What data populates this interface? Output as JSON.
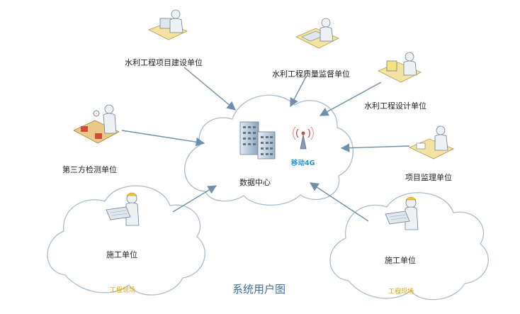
{
  "title": "系统用户图",
  "center": {
    "label": "数据中心",
    "network": "移动4G"
  },
  "units": [
    {
      "id": "construction-owner",
      "label": "水利工程项目建设单位"
    },
    {
      "id": "quality-supervision",
      "label": "水利工程质量监督单位"
    },
    {
      "id": "design",
      "label": "水利工程设计单位"
    },
    {
      "id": "third-party-testing",
      "label": "第三方检测单位"
    },
    {
      "id": "supervision",
      "label": "项目监理单位"
    },
    {
      "id": "contractor-left",
      "label": "施工单位"
    },
    {
      "id": "contractor-right",
      "label": "施工单位"
    }
  ],
  "sites": [
    {
      "id": "site-left",
      "label": "工程现场"
    },
    {
      "id": "site-right",
      "label": "工程现场"
    }
  ],
  "colors": {
    "cloud_stroke": "#a9bccd",
    "arrow": "#6f8faa",
    "title": "#3d6fa3",
    "network": "#1f9ad6",
    "site_label": "#d9a400"
  }
}
